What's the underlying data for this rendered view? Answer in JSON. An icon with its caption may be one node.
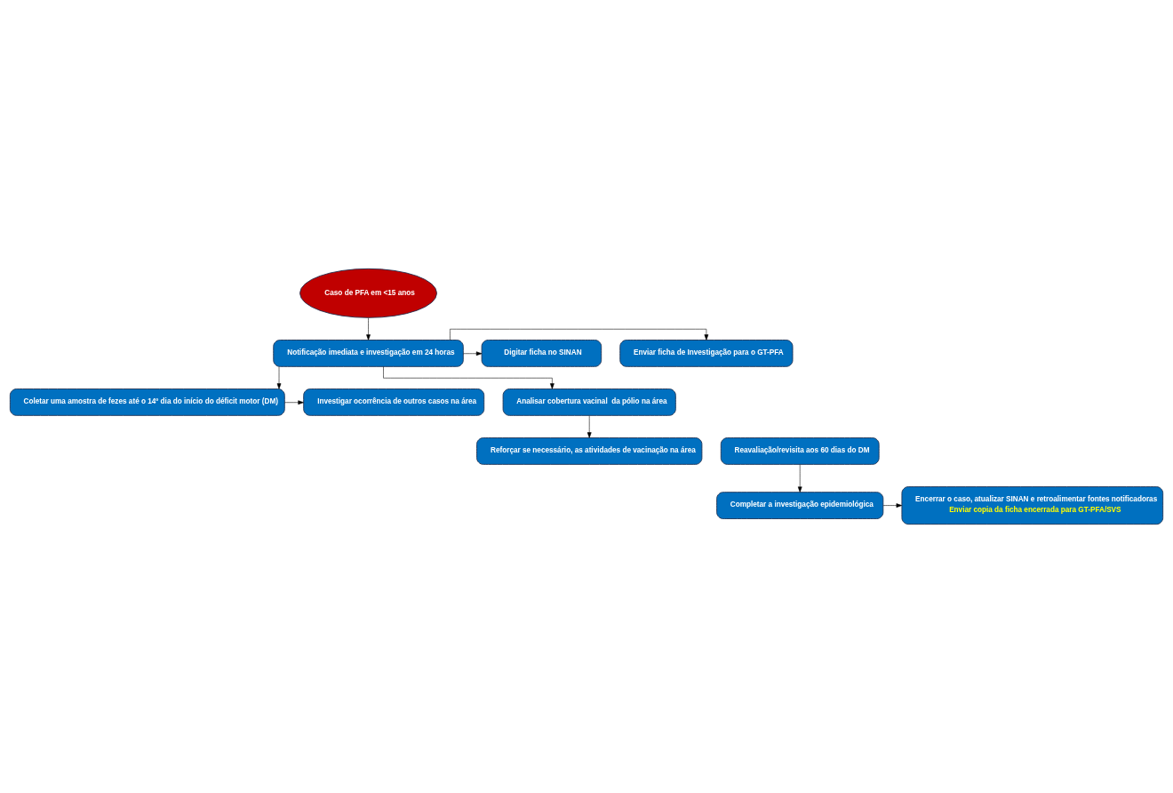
{
  "diagram": {
    "nodes": [
      {
        "text": [
          "Caso de PFA em <15 anos"
        ]
      },
      {
        "text": [
          "Notificação imediata e investigação em 24 horas"
        ]
      },
      {
        "text": [
          "Enviar ficha de Investigação para o GT-PFA"
        ]
      },
      {
        "text": [
          "Digitar ficha no SINAN"
        ]
      },
      {
        "text": [
          "Coletar uma amostra de fezes até o 14º dia do início do déficit motor (DM)"
        ]
      },
      {
        "text": [
          "Investigar ocorrência de outros casos na área"
        ]
      },
      {
        "text": [
          "Analisar cobertura vacinal  da pólio na área"
        ]
      },
      {
        "text": [
          "Reforçar se necessário, as atividades de vacinação na área"
        ]
      },
      {
        "text": [
          "Reavaliação/revisita aos 60 dias do DM"
        ]
      },
      {
        "text": [
          "Completar a investigação epidemiológica"
        ]
      },
      {
        "text": [
          "Encerrar o caso, atualizar SINAN e retroalimentar fontes notificadoras",
          "Enviar copia da ficha encerrada para GT-PFA/SVS"
        ]
      }
    ],
    "edges": [
      {
        "from": 0,
        "to": 1,
        "arrow": "to"
      },
      {
        "from": 1,
        "to": 2,
        "arrow": "to"
      },
      {
        "from": 1,
        "to": 3,
        "arrow": "to"
      },
      {
        "from": 1,
        "to": 4,
        "arrow": "to"
      },
      {
        "from": 1,
        "to": 6,
        "arrow": "to"
      },
      {
        "from": 4,
        "to": 5,
        "arrow": "to"
      },
      {
        "from": 6,
        "to": 7,
        "arrow": "to"
      },
      {
        "from": 8,
        "to": 9,
        "arrow": "to"
      },
      {
        "from": 9,
        "to": 10,
        "arrow": "to"
      }
    ]
  }
}
